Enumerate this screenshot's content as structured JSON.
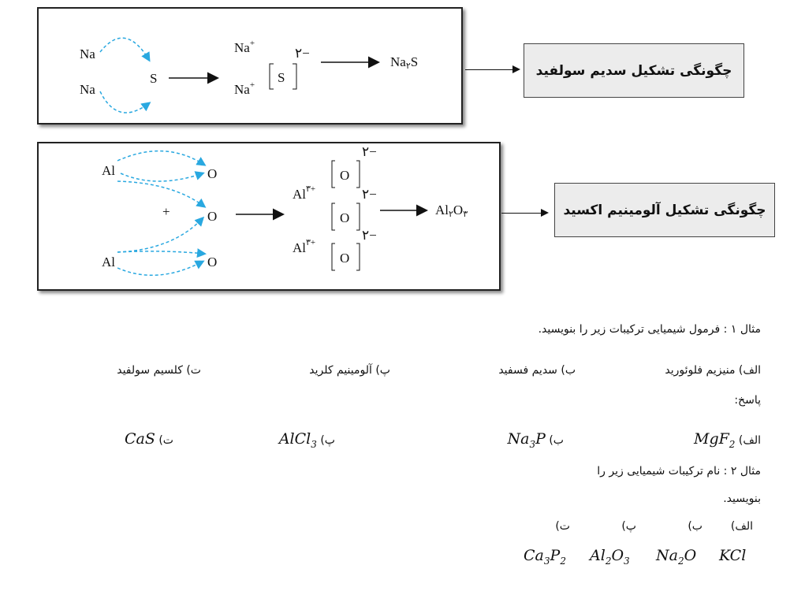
{
  "diagram1": {
    "na": "Na",
    "s": "S",
    "na_ion": "Na",
    "plus": "+",
    "charge": "۲−",
    "product": "Na",
    "product_sub": "۲",
    "product_s": "S",
    "label": "چگونگی تشکیل سدیم سولفید"
  },
  "diagram2": {
    "al": "Al",
    "o": "O",
    "plus": "+",
    "al_charge": "۳+",
    "o_charge": "۲−",
    "product_al": "Al",
    "product_al_sub": "۲",
    "product_o": "O",
    "product_o_sub": "۳",
    "label": "چگونگی تشکیل آلومینیم اکسید"
  },
  "example1": {
    "title": "مثال ۱ : فرمول شیمیایی ترکیبات زیر را بنویسید.",
    "items": [
      "الف) منیزیم فلوئورید",
      "ب) سدیم فسفید",
      "پ) آلومینیم کلرید",
      "ت) کلسیم سولفید"
    ],
    "answer_label": "پاسخ:",
    "answers": [
      {
        "tag": "الف)",
        "f": "MgF",
        "s": "2"
      },
      {
        "tag": "ب)",
        "f": "Na",
        "s": "3",
        "f2": "P"
      },
      {
        "tag": "پ)",
        "f": "AlCl",
        "s": "3"
      },
      {
        "tag": "ت)",
        "f": "CaS"
      }
    ]
  },
  "example2": {
    "title_line1": "مثال ۲ : نام ترکیبات شیمیایی زیر را",
    "title_line2": "بنویسید.",
    "tags": [
      "الف)",
      "ب)",
      "پ)",
      "ت)"
    ],
    "formulas": [
      {
        "a": "KCl"
      },
      {
        "a": "Na",
        "s": "2",
        "b": "O"
      },
      {
        "a": "Al",
        "s": "2",
        "b": "O",
        "s2": "3"
      },
      {
        "a": "Ca",
        "s": "3",
        "b": "P",
        "s2": "2"
      }
    ]
  },
  "colors": {
    "electron_arrow": "#29a8e0",
    "label_bg": "#ececec"
  }
}
